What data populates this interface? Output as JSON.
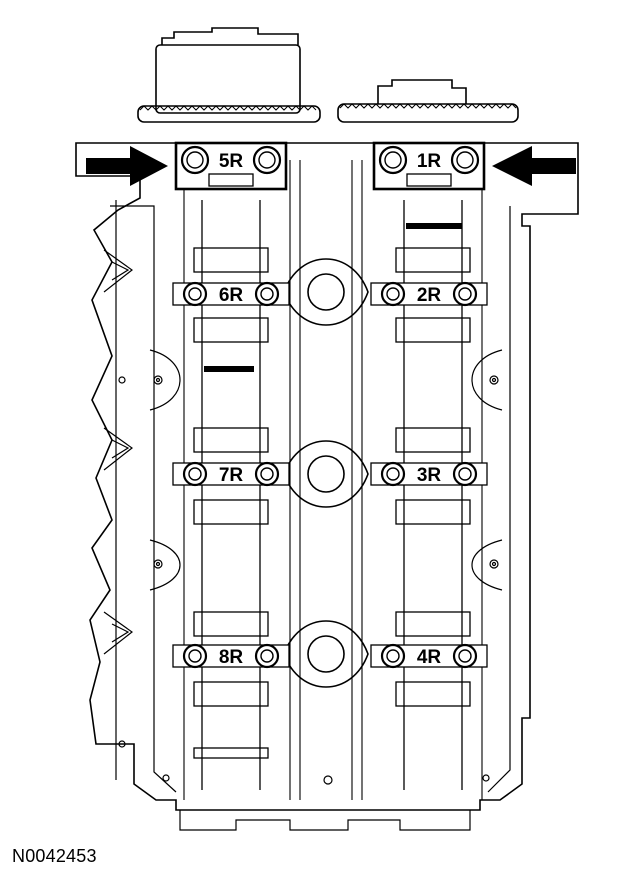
{
  "figure": {
    "reference_id": "N0042453",
    "bearing_caps": [
      {
        "label": "5R",
        "highlighted": true
      },
      {
        "label": "1R",
        "highlighted": true
      },
      {
        "label": "6R",
        "highlighted": false
      },
      {
        "label": "2R",
        "highlighted": false
      },
      {
        "label": "7R",
        "highlighted": false
      },
      {
        "label": "3R",
        "highlighted": false
      },
      {
        "label": "8R",
        "highlighted": false
      },
      {
        "label": "4R",
        "highlighted": false
      }
    ],
    "arrows": [
      "left-arrow-pointing-right",
      "right-arrow-pointing-left"
    ],
    "colors": {
      "line": "#000000",
      "background": "#ffffff"
    }
  }
}
